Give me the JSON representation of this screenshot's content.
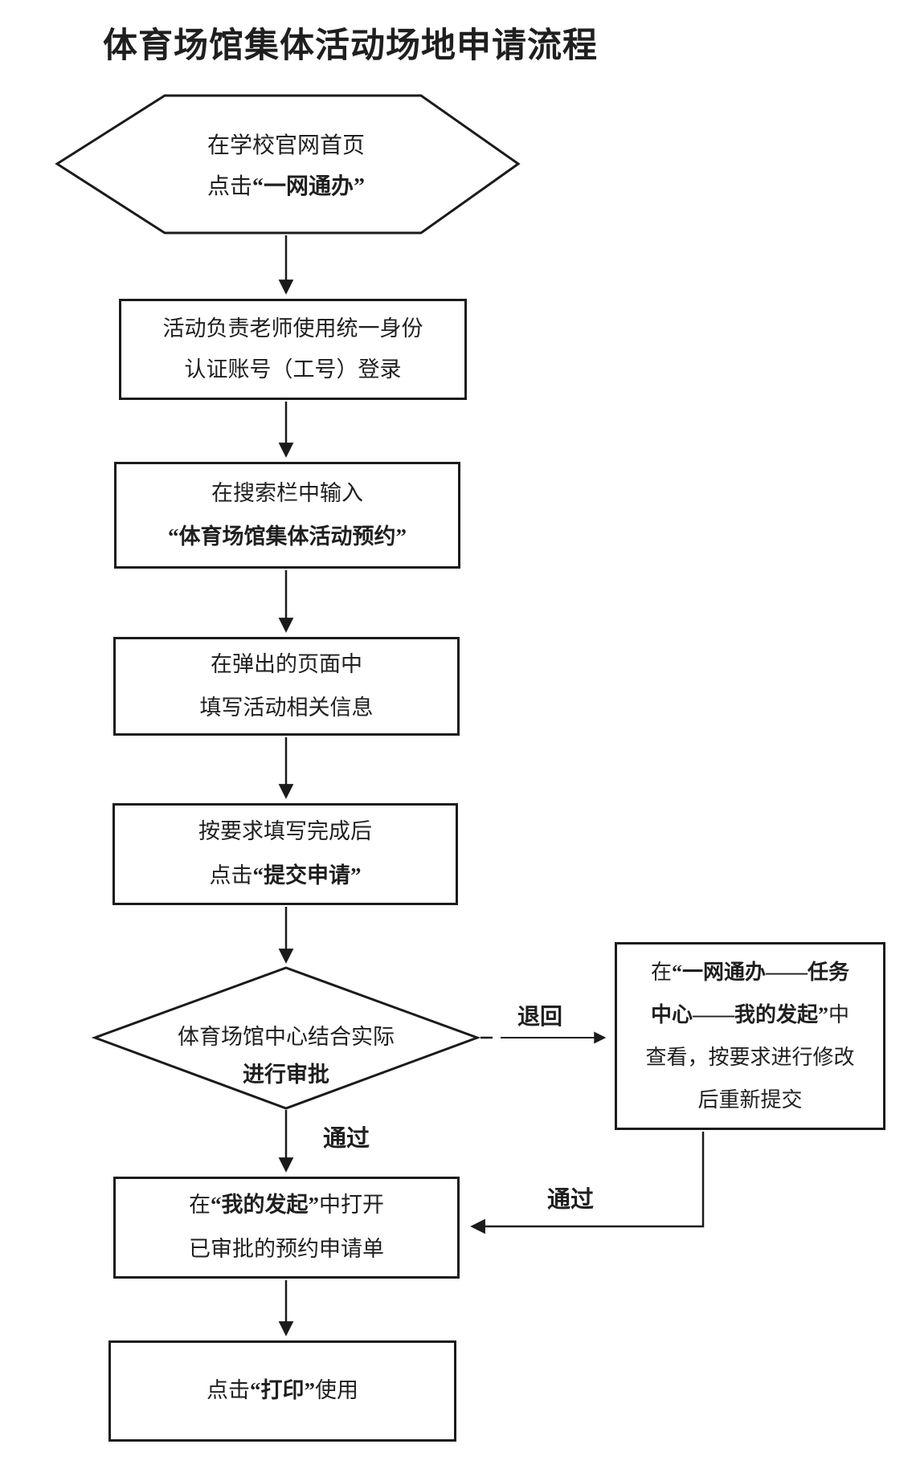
{
  "title": "体育场馆集体活动场地申请流程",
  "nodes": {
    "start": {
      "line1": "在学校官网首页",
      "line2a": "点击",
      "line2b": "“一网通办”"
    },
    "login": {
      "line1": "活动负责老师使用统一身份",
      "line2": "认证账号（工号）登录"
    },
    "search": {
      "line1": "在搜索栏中输入",
      "line2": "“体育场馆集体活动预约”"
    },
    "fill": {
      "line1": "在弹出的页面中",
      "line2": "填写活动相关信息"
    },
    "submit": {
      "line1": "按要求填写完成后",
      "line2a": "点击",
      "line2b": "“提交申请”"
    },
    "review": {
      "line1": "体育场馆中心结合实际",
      "line2": "进行审批"
    },
    "revise": {
      "line1a": "在",
      "line1b": "“一网通办——任务",
      "line2a": "中心——我的发起”",
      "line2b": "中",
      "line3": "查看，按要求进行修改",
      "line4": "后重新提交"
    },
    "open": {
      "line1a": "在",
      "line1b": "“我的发起”",
      "line1c": "中打开",
      "line2": "已审批的预约申请单"
    },
    "print": {
      "line1a": "点击",
      "line1b": "“打印”",
      "line1c": "使用"
    }
  },
  "edge_labels": {
    "reject": "退回",
    "pass_main": "通过",
    "pass_side": "通过"
  },
  "colors": {
    "stroke": "#1b1b1b",
    "text": "#1f1f1f",
    "background": "#ffffff"
  }
}
